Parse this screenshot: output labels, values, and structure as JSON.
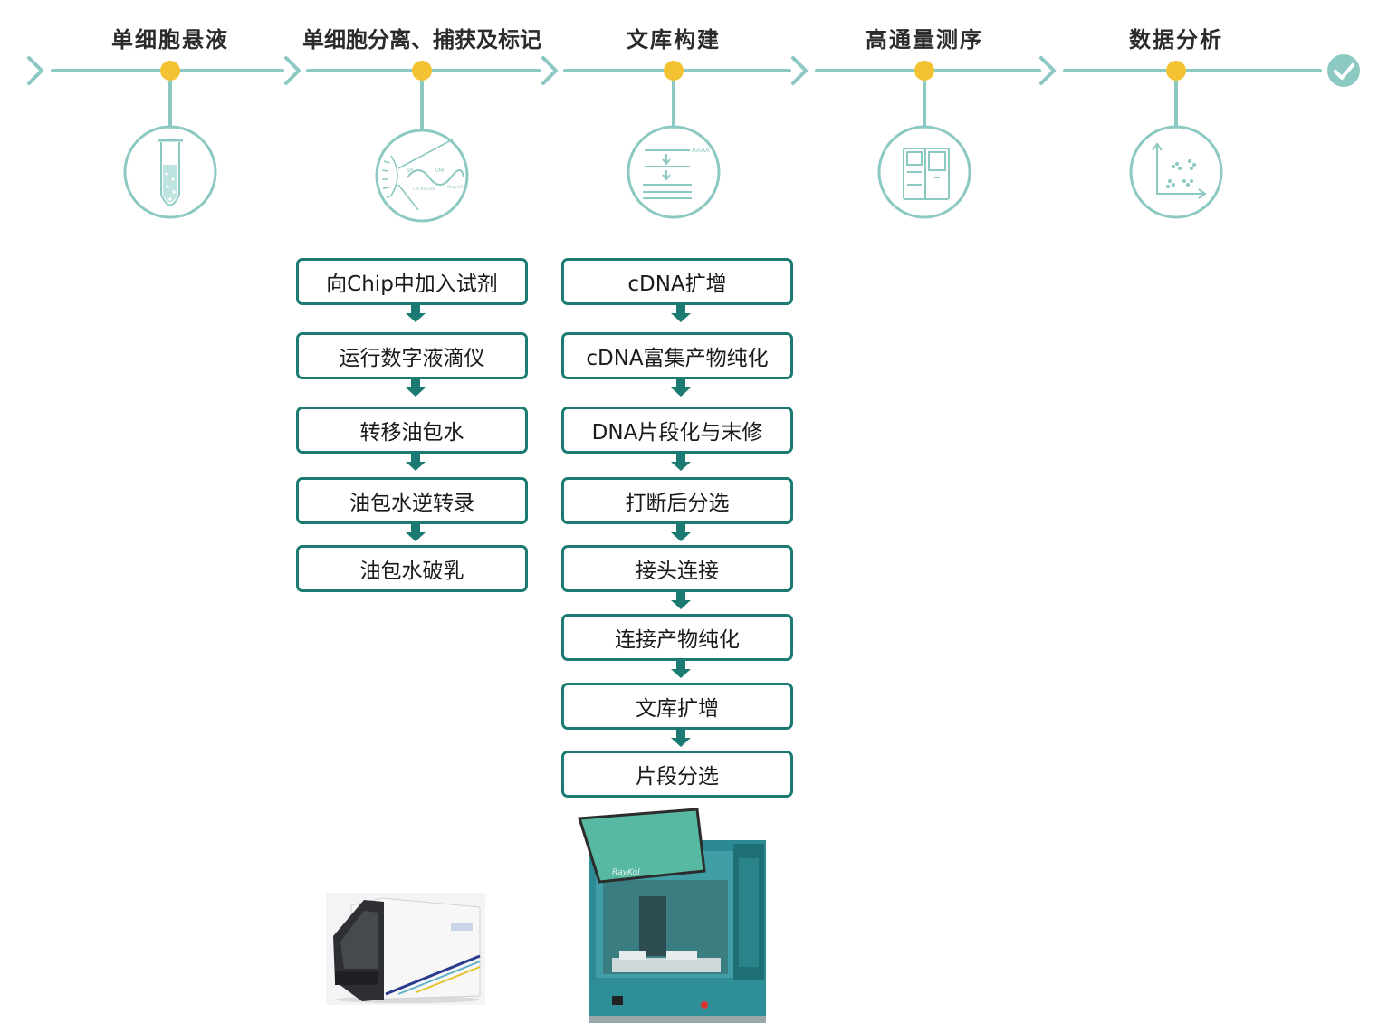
{
  "colors": {
    "line": "#8cc9c2",
    "accent": "#1b7a72",
    "dot": "#f2c232",
    "icon": "#8cc9c2"
  },
  "stages": [
    {
      "label": "单细胞悬液",
      "icon": "tube-icon"
    },
    {
      "label": "单细胞分离、捕获及标记",
      "icon": "cell-barcode-icon"
    },
    {
      "label": "文库构建",
      "icon": "library-icon"
    },
    {
      "label": "高通量测序",
      "icon": "sequencer-icon"
    },
    {
      "label": "数据分析",
      "icon": "scatter-plot-icon"
    }
  ],
  "left_steps": [
    "向Chip中加入试剂",
    "运行数字液滴仪",
    "转移油包水",
    "油包水逆转录",
    "油包水破乳"
  ],
  "right_steps": [
    "cDNA扩增",
    "cDNA富集产物纯化",
    "DNA片段化与末修",
    "打断后分选",
    "接头连接",
    "连接产物纯化",
    "文库扩增",
    "片段分选"
  ],
  "icon_text": {
    "spi": "SPI",
    "umi": "UMI",
    "cell_barcode": "Cell Barcode",
    "oligo": "Oligo(dT)",
    "aaaa": "AAAA"
  },
  "devices": {
    "right_brand": "RayKol"
  }
}
